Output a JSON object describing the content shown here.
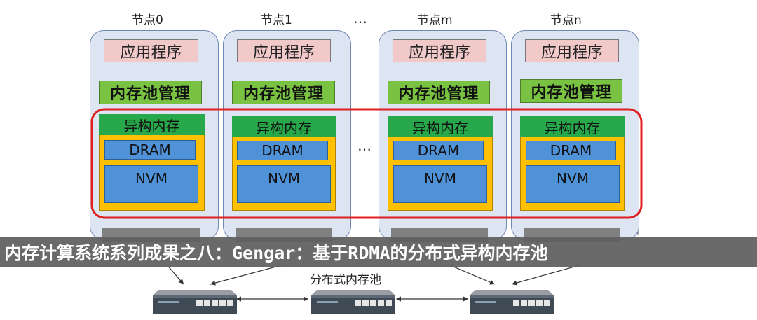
{
  "nodes": [
    {
      "label": "节点0",
      "app": "应用程序",
      "mgmt": "内存池管理",
      "hetero": "异构内存",
      "dram": "DRAM",
      "nvm": "NVM"
    },
    {
      "label": "节点1",
      "app": "应用程序",
      "mgmt": "内存池管理",
      "hetero": "异构内存",
      "dram": "DRAM",
      "nvm": "NVM"
    },
    {
      "label": "节点m",
      "app": "应用程序",
      "mgmt": "内存池管理",
      "hetero": "异构内存",
      "dram": "DRAM",
      "nvm": "NVM"
    },
    {
      "label": "节点n",
      "app": "应用程序",
      "mgmt": "内存池管理",
      "hetero": "异构内存",
      "dram": "DRAM",
      "nvm": "NVM"
    }
  ],
  "ellipsis_top": "…",
  "ellipsis_mid": "…",
  "banner_title": "内存计算系统系列成果之八：Gengar：基于RDMA的分布式异构内存池",
  "pool_label": "分布式内存池",
  "colors": {
    "node_bg": "#dde5f3",
    "app": "#f2c9c9",
    "mgmt": "#79c242",
    "hetero_frame": "#ffc000",
    "hetero_title": "#27a84a",
    "memory": "#4f92d8",
    "highlight": "#e02020",
    "banner": "#5f5f5f"
  },
  "icons": {
    "switch": "network-switch-icon",
    "arrow": "arrow-icon"
  }
}
